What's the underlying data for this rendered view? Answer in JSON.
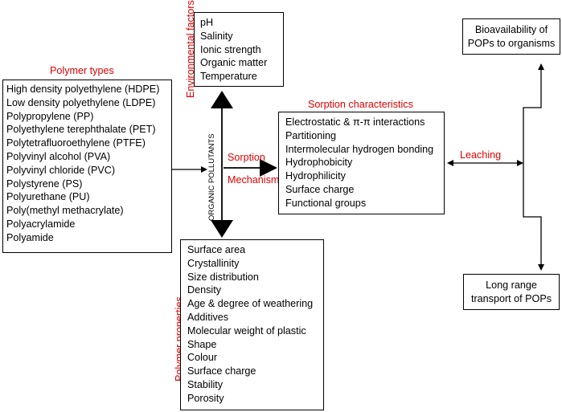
{
  "polymer_types": {
    "title": "Polymer types",
    "items": [
      "High density polyethylene (HDPE)",
      "Low density polyethylene (LDPE)",
      "Polypropylene (PP)",
      "Polyethylene terephthalate (PET)",
      "Polytetrafluoroethylene (PTFE)",
      "Polyvinyl alcohol (PVA)",
      "Polyvinyl chloride (PVC)",
      "Polystyrene (PS)",
      "Polyurethane (PU)",
      "Poly(methyl methacrylate)",
      "Polyacrylamide",
      "Polyamide"
    ]
  },
  "environmental_factors": {
    "title": "Environmental factors",
    "items": [
      "pH",
      "Salinity",
      "Ionic strength",
      "Organic matter",
      "Temperature"
    ]
  },
  "polymer_properties": {
    "title": "Polymer properties",
    "items": [
      "Surface area",
      "Crystallinity",
      "Size distribution",
      "Density",
      "Age & degree of weathering",
      "Additives",
      "Molecular weight of plastic",
      "Shape",
      "Colour",
      "Surface charge",
      "Stability",
      "Porosity"
    ]
  },
  "sorption_characteristics": {
    "title": "Sorption characteristics",
    "items": [
      "Electrostatic & π-π interactions",
      "Partitioning",
      "Intermolecular hydrogen bonding",
      "Hydrophobicity",
      "Hydrophilicity",
      "Surface charge",
      "Functional groups"
    ]
  },
  "center": {
    "organic_pollutants": "ORGANIC POLLUTANTS",
    "sorption": "Sorption",
    "mechanism": "Mechanism"
  },
  "leaching": "Leaching",
  "bioavailability": {
    "line1": "Bioavailability of",
    "line2": "POPs to organisms"
  },
  "long_range": {
    "line1": "Long range",
    "line2": "transport of POPs"
  },
  "colors": {
    "accent": "#e00000",
    "line": "#000000"
  }
}
